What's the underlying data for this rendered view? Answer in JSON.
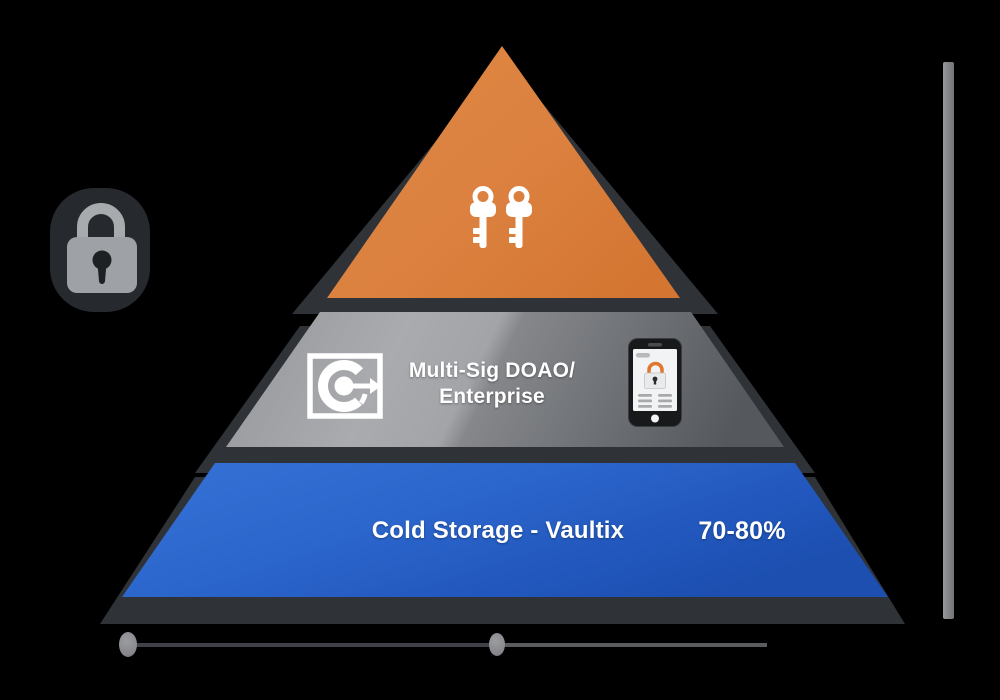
{
  "canvas": {
    "background_color": "#000000"
  },
  "pyramid": {
    "top": {
      "icon": "dual-keys-icon",
      "color": "#DC8140"
    },
    "middle": {
      "line1": "Multi-Sig DOAO/",
      "line2": "Enterprise",
      "icon_left": "target-arrow-icon",
      "icon_right": "mobile-lock-icon",
      "color_light": "#A9ABAE",
      "color_dark": "#5E6164"
    },
    "bottom": {
      "label": "Cold Storage - Vaultix",
      "value": "70-80%",
      "color": "#2E6BD0"
    },
    "shadow_color": "#2F3337"
  },
  "decorations": {
    "lock_badge": {
      "icon": "padlock-icon",
      "background": "#26292D",
      "lock_color": "#9EA1A5"
    },
    "vertical_rail": {
      "color": "#85878A"
    },
    "slider": {
      "dot_count": 2,
      "dot_color": "#8E9093",
      "track_left_color": "#3E4246",
      "track_right_color": "#595D60"
    }
  }
}
